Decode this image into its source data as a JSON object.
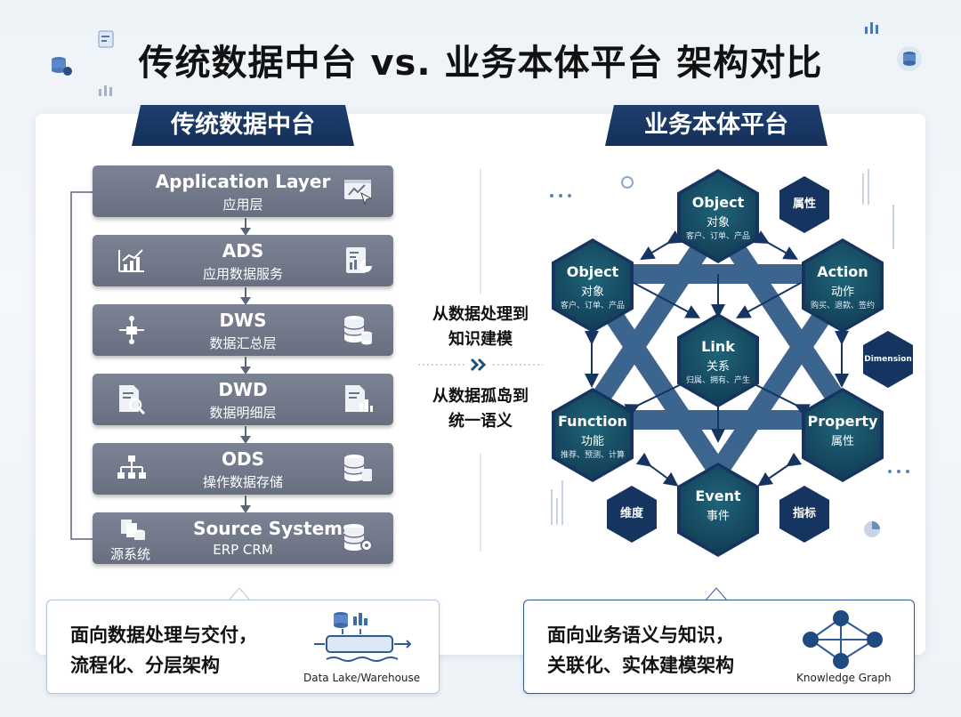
{
  "title": "传统数据中台 vs. 业务本体平台 架构对比",
  "left": {
    "header": "传统数据中台",
    "layers": [
      {
        "title": "Application Layer",
        "sub": "应用层",
        "icon": "application-screen-icon"
      },
      {
        "title": "ADS",
        "sub": "应用数据服务",
        "icon": "report-chart-icon",
        "left_icon": "trend-chart-icon"
      },
      {
        "title": "DWS",
        "sub": "数据汇总层",
        "icon": "database-icon",
        "left_icon": "flow-nodes-icon"
      },
      {
        "title": "DWD",
        "sub": "数据明细层",
        "icon": "bar-report-icon",
        "left_icon": "document-search-icon"
      },
      {
        "title": "ODS",
        "sub": "操作数据存储",
        "icon": "database-stack-icon",
        "left_icon": "hierarchy-icon"
      },
      {
        "title": "Source Systems",
        "sub": "ERP  CRM",
        "extra": "源系统",
        "icon": "database-gear-icon",
        "left_icon": "files-icon"
      }
    ],
    "summary": {
      "line1": "面向数据处理与交付，",
      "line2": "流程化、分层架构",
      "caption": "Data Lake/Warehouse"
    }
  },
  "middle": {
    "text1": {
      "line1": "从数据处理到",
      "line2": "知识建模"
    },
    "text2": {
      "line1": "从数据孤岛到",
      "line2": "统一语义"
    }
  },
  "right": {
    "header": "业务本体平台",
    "nodes": {
      "top": {
        "title": "Object",
        "cn": "对象",
        "desc": "客户、订单、产品"
      },
      "left_top": {
        "title": "Object",
        "cn": "对象",
        "desc": "客户、订单、产品"
      },
      "right_top": {
        "title": "Action",
        "cn": "动作",
        "desc": "购买、退款、签约"
      },
      "center": {
        "title": "Link",
        "cn": "关系",
        "desc": "归属、拥有、产生"
      },
      "left_bottom": {
        "title": "Function",
        "cn": "功能",
        "desc": "推荐、预测、计算"
      },
      "right_bottom": {
        "title": "Property",
        "cn": "属性",
        "desc": ""
      },
      "bottom": {
        "title": "Event",
        "cn": "事件",
        "desc": ""
      }
    },
    "small_nodes": {
      "attr": "属性",
      "dimension_en": "Dimension",
      "dimension": "维度",
      "metric": "指标"
    },
    "summary": {
      "line1": "面向业务语义与知识，",
      "line2": "关联化、实体建模架构",
      "caption": "Knowledge Graph"
    }
  },
  "colors": {
    "navy": "#15345f",
    "teal": "#1e6478",
    "layer_gray": "#6f7687"
  }
}
